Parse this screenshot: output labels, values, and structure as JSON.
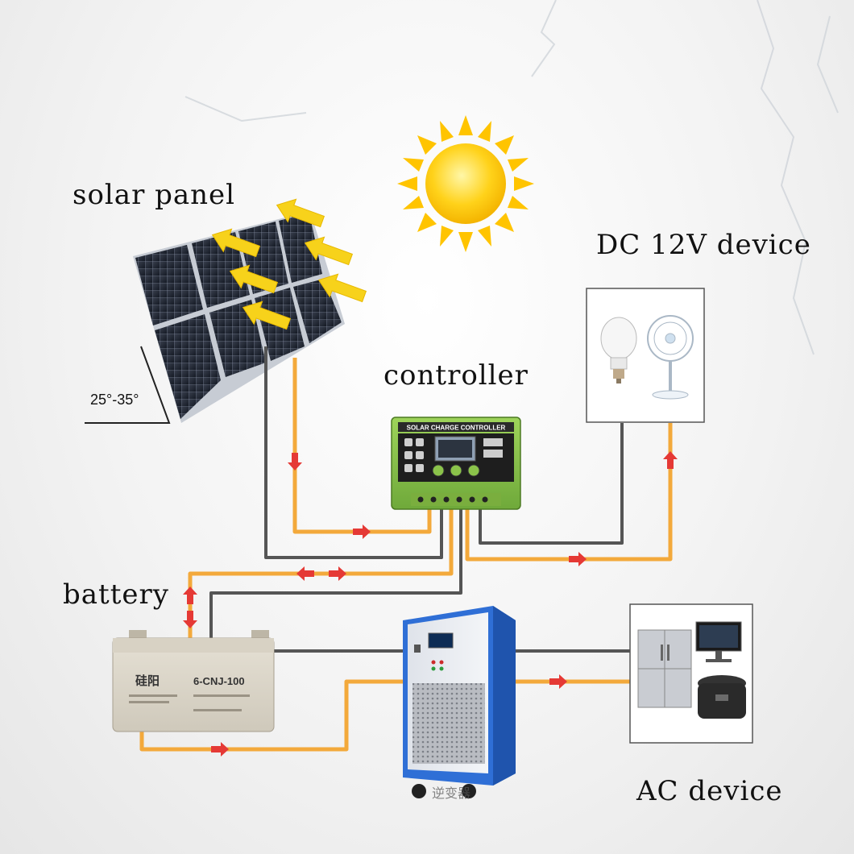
{
  "labels": {
    "solar_panel": "solar panel",
    "controller": "controller",
    "dc_device": "DC 12V device",
    "battery": "battery",
    "ac_device": "AC device",
    "angle": "25°-35°"
  },
  "controller_face": {
    "title": "SOLAR CHARGE CONTROLLER"
  },
  "battery_face": {
    "brand": "硅阳",
    "model": "6-CNJ-100"
  },
  "inverter_face": {
    "caption": "逆变器"
  },
  "colors": {
    "wire_positive": "#f3a93b",
    "wire_negative": "#555555",
    "arrow": "#e53935",
    "controller_body": "#8bc34a",
    "inverter_body": "#2f6fd6",
    "sun": "#ffd21a"
  },
  "icons": {
    "sun": "sun-icon",
    "bulb": "light-bulb-icon",
    "fan": "desk-fan-icon",
    "fridge": "refrigerator-icon",
    "monitor": "computer-monitor-icon",
    "cooker": "rice-cooker-icon"
  }
}
